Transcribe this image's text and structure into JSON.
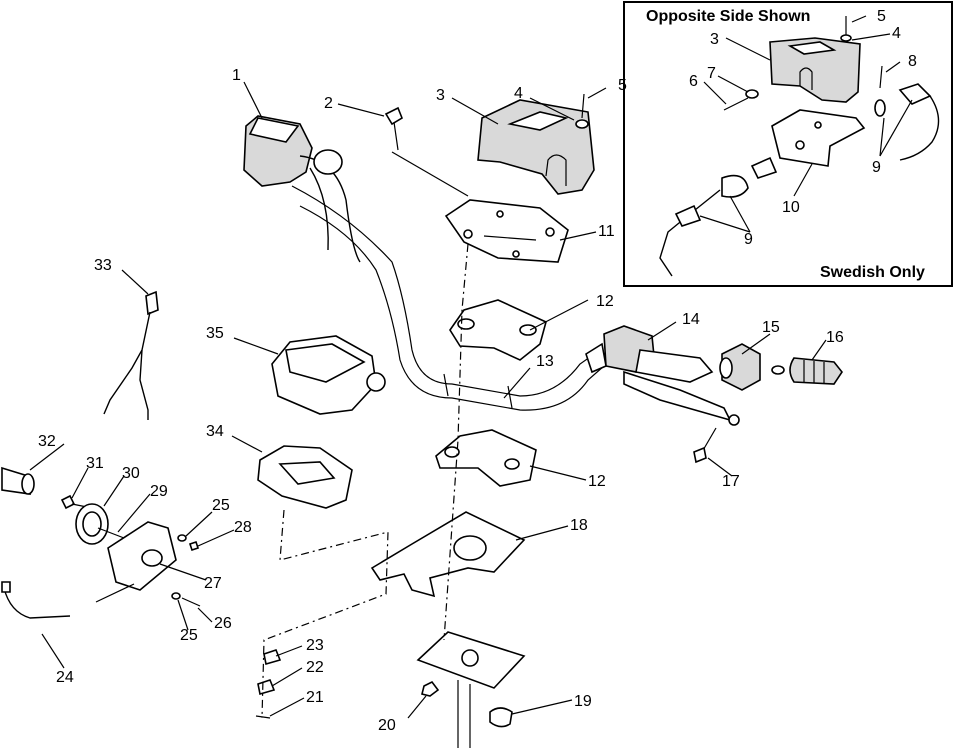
{
  "inset": {
    "title": "Opposite Side Shown",
    "caption": "Swedish Only",
    "callouts": [
      "5",
      "4",
      "3",
      "7",
      "6",
      "8",
      "9",
      "10",
      "9"
    ]
  },
  "callouts": {
    "c1": "1",
    "c2": "2",
    "c3": "3",
    "c4": "4",
    "c5": "5",
    "c11": "11",
    "c12a": "12",
    "c12b": "12",
    "c13": "13",
    "c14": "14",
    "c15": "15",
    "c16": "16",
    "c17": "17",
    "c18": "18",
    "c19": "19",
    "c20": "20",
    "c21": "21",
    "c22": "22",
    "c23": "23",
    "c24": "24",
    "c25a": "25",
    "c25b": "25",
    "c26": "26",
    "c27": "27",
    "c28": "28",
    "c29": "29",
    "c30": "30",
    "c31": "31",
    "c32": "32",
    "c33": "33",
    "c34": "34",
    "c35": "35"
  }
}
